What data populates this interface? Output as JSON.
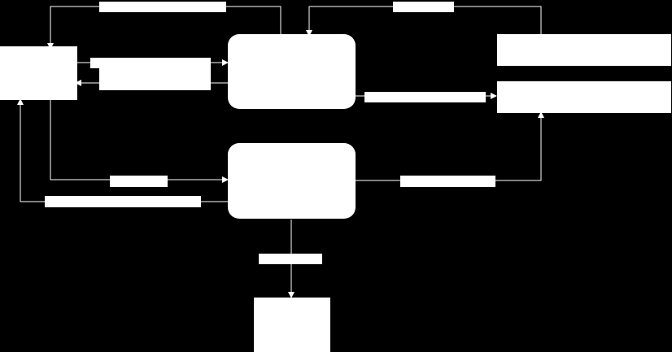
{
  "diagram": {
    "background": "#000000",
    "foreground": "#ffffff",
    "nodes": [
      {
        "id": "entity-left",
        "label": ""
      },
      {
        "id": "process-upper",
        "label": ""
      },
      {
        "id": "process-lower",
        "label": ""
      },
      {
        "id": "store-upper-right",
        "label": ""
      },
      {
        "id": "store-lower-right",
        "label": ""
      },
      {
        "id": "entity-bottom",
        "label": ""
      }
    ],
    "flows": [
      {
        "id": "flow-top-left",
        "label": ""
      },
      {
        "id": "flow-top-right",
        "label": ""
      },
      {
        "id": "flow-left-to-upper",
        "label": ""
      },
      {
        "id": "flow-upper-to-left",
        "label": ""
      },
      {
        "id": "flow-upper-to-store",
        "label": ""
      },
      {
        "id": "flow-left-to-lower",
        "label": ""
      },
      {
        "id": "flow-lower-to-left",
        "label": ""
      },
      {
        "id": "flow-lower-to-store",
        "label": ""
      },
      {
        "id": "flow-lower-to-bottom",
        "label": ""
      }
    ]
  }
}
